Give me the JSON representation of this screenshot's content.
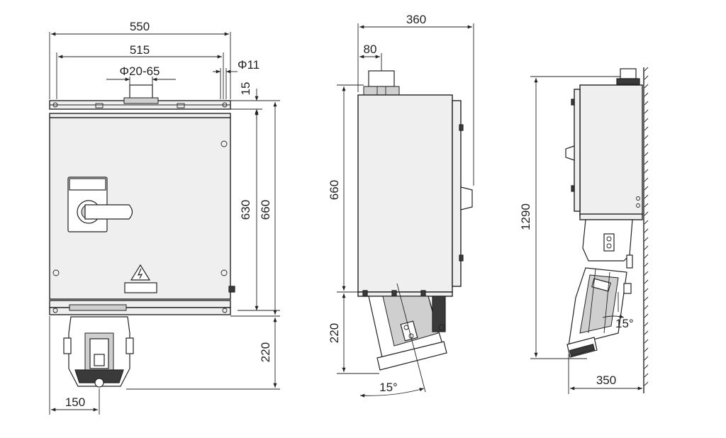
{
  "front_view": {
    "dim_width_outer": "550",
    "dim_width_mount": "515",
    "dim_gland": "Φ20-65",
    "dim_hole": "Φ11",
    "dim_top_flange": "15",
    "dim_inner_height": "630",
    "dim_outer_height": "660",
    "dim_socket_height": "220",
    "dim_socket_offset": "150"
  },
  "side_view": {
    "dim_depth": "360",
    "dim_gland_offset": "80",
    "dim_height": "660",
    "dim_socket_height": "220",
    "dim_angle": "15°"
  },
  "mounted_view": {
    "dim_total_height": "1290",
    "dim_projection": "350",
    "dim_angle": "15°"
  },
  "colors": {
    "line": "#222222",
    "body_fill": "#efefef",
    "accent_dark": "#3a3a3a"
  }
}
